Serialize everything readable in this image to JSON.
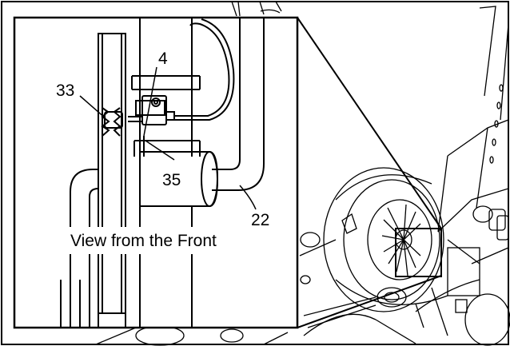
{
  "callouts": {
    "part_4": "4",
    "part_33": "33",
    "part_35": "35",
    "part_22": "22"
  },
  "caption": "View from the Front",
  "colors": {
    "line": "#000000",
    "background": "#ffffff"
  }
}
